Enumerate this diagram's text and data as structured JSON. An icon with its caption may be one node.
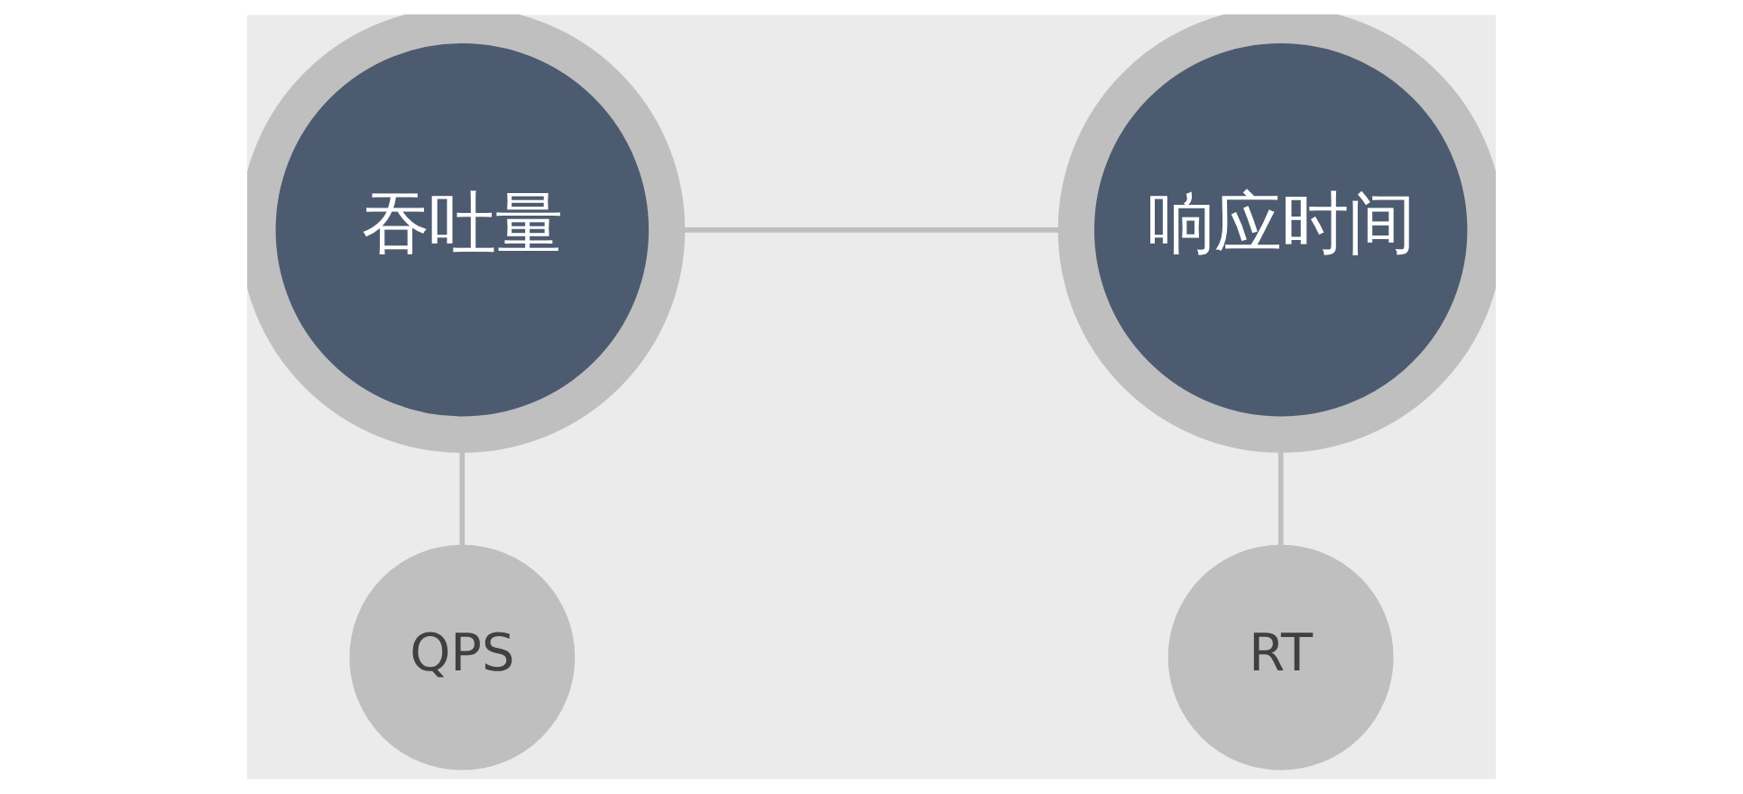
{
  "diagram": {
    "nodes": [
      {
        "text": [
          "吞吐量"
        ]
      },
      {
        "text": [
          "响应时间"
        ]
      },
      {
        "text": [
          "QPS"
        ]
      },
      {
        "text": [
          "RT"
        ]
      }
    ],
    "edges": [
      {
        "from": 0,
        "to": 1,
        "arrow": "none"
      },
      {
        "from": 0,
        "to": 2,
        "arrow": "none"
      },
      {
        "from": 1,
        "to": 3,
        "arrow": "none"
      }
    ]
  }
}
